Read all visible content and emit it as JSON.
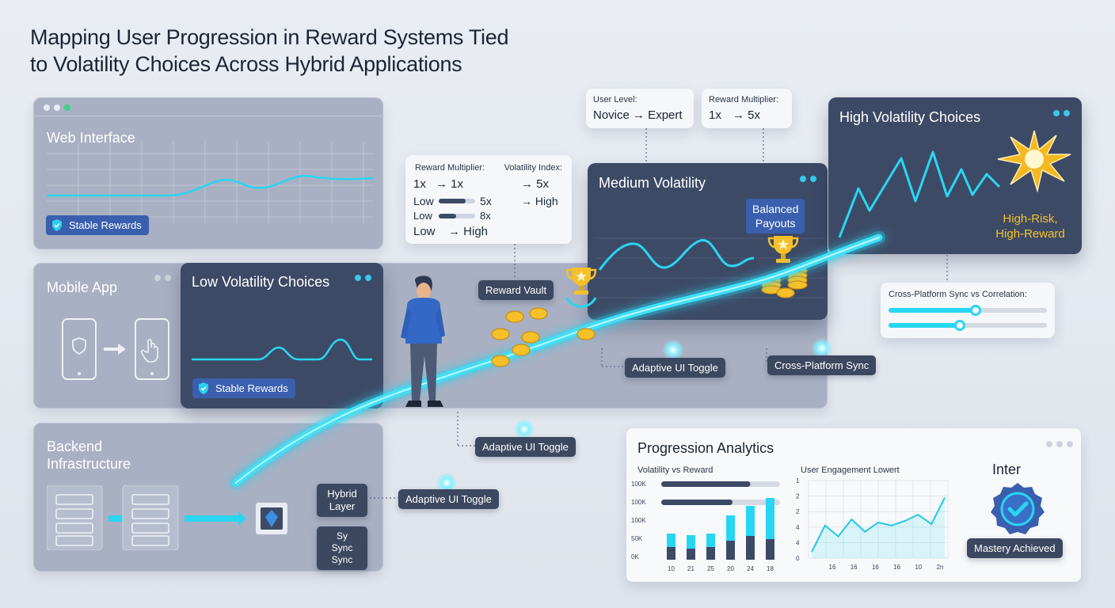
{
  "title_line1": "Mapping User Progression in Reward Systems Tied",
  "title_line2": "to Volatility Choices Across Hybrid Applications",
  "web": {
    "label": "Web Interface",
    "badge": "Stable Rewards"
  },
  "mobile": {
    "label": "Mobile App"
  },
  "low": {
    "label": "Low Volatility Choices",
    "badge": "Stable Rewards"
  },
  "backend": {
    "label_line1": "Backend",
    "label_line2": "Infrastructure",
    "hybrid_line1": "Hybrid",
    "hybrid_line2": "Layer",
    "sync_line1": "Sy",
    "sync_line2": "Sync Sync"
  },
  "medium": {
    "label": "Medium Volatility",
    "callout_line1": "Balanced",
    "callout_line2": "Payouts"
  },
  "high": {
    "label": "High Volatility Choices",
    "callout_line1": "High-Risk,",
    "callout_line2": "High-Reward"
  },
  "multiplier_card": {
    "col1_header": "Reward Multiplier:",
    "col2_header": "Volatility Index:",
    "rows": [
      {
        "a": "1x",
        "b": "→ 1x",
        "c": "→ 5x"
      },
      {
        "a": "Low",
        "b": "5x",
        "c": "→ High"
      },
      {
        "a": "Low",
        "b": "8x",
        "c": ""
      },
      {
        "a": "Low",
        "b": "→ High",
        "c": ""
      }
    ]
  },
  "user_level": {
    "header": "User Level:",
    "value": "Novice → Expert"
  },
  "reward_mult_top": {
    "header": "Reward Multiplier:",
    "value_a": "1x",
    "value_b": "→ 5x"
  },
  "reward_vault": "Reward Vault",
  "toggle_labels": [
    "Adaptive UI Toggle",
    "Adaptive UI Toggle",
    "Adaptive UI Toggle"
  ],
  "cross_sync": "Cross-Platform Sync",
  "sync_card": {
    "label": "Cross-Platform Sync vs Correlation:",
    "slider1": 0.55,
    "slider2": 0.45
  },
  "analytics": {
    "title": "Progression Analytics",
    "chart1_title": "Volatility vs Reward",
    "chart2_title": "User Engagement Lowert",
    "inter_label": "Inter",
    "mastery": "Mastery Achieved"
  },
  "chart_data": [
    {
      "type": "bar",
      "title": "Volatility vs Reward",
      "y_tick_labels": [
        "100K",
        "100K",
        "100K",
        "50K",
        "0K"
      ],
      "categories": [
        "10",
        "21",
        "25",
        "20",
        "24",
        "18"
      ],
      "series": [
        {
          "values": [
            17,
            17,
            17,
            32,
            38,
            52
          ]
        },
        {
          "values": [
            16,
            14,
            16,
            24,
            30,
            26
          ]
        }
      ],
      "hbar_levels": [
        0.75,
        0.6
      ],
      "ylim": [
        0,
        100
      ]
    },
    {
      "type": "line",
      "title": "User Engagement Lowert",
      "y_tick_labels": [
        "1",
        "2",
        "2",
        "4",
        "4",
        "0"
      ],
      "x_tick_labels": [
        "16",
        "16",
        "16",
        "16",
        "10",
        "2n"
      ],
      "x": [
        0,
        1,
        2,
        3,
        4,
        5,
        6,
        7,
        8,
        9,
        10
      ],
      "values": [
        0.4,
        2.1,
        1.4,
        2.5,
        1.7,
        2.3,
        2.1,
        2.4,
        2.8,
        2.2,
        3.9
      ],
      "ylim": [
        0,
        5
      ]
    }
  ],
  "colors": {
    "accent": "#27d6f2",
    "gold": "#f5c02a",
    "navy": "#3d4a66",
    "blue_badge": "#3a5fae"
  }
}
